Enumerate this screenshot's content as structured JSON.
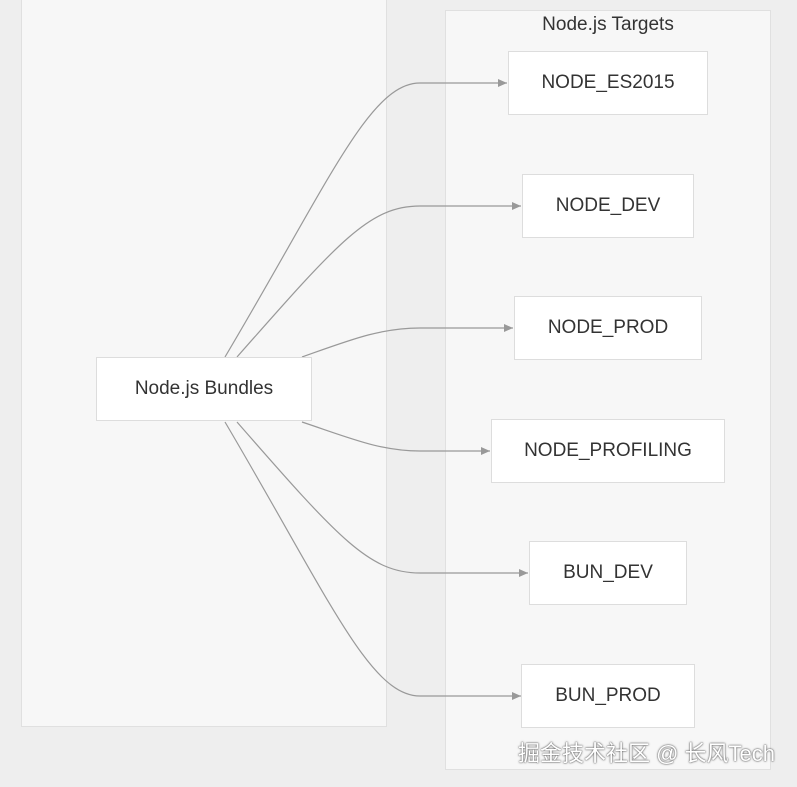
{
  "clusters": {
    "left": {
      "title": ""
    },
    "right": {
      "title": "Node.js Targets"
    }
  },
  "nodes": {
    "source": "Node.js Bundles",
    "targets": [
      "NODE_ES2015",
      "NODE_DEV",
      "NODE_PROD",
      "NODE_PROFILING",
      "BUN_DEV",
      "BUN_PROD"
    ]
  },
  "edges": [
    {
      "from": "Node.js Bundles",
      "to": "NODE_ES2015"
    },
    {
      "from": "Node.js Bundles",
      "to": "NODE_DEV"
    },
    {
      "from": "Node.js Bundles",
      "to": "NODE_PROD"
    },
    {
      "from": "Node.js Bundles",
      "to": "NODE_PROFILING"
    },
    {
      "from": "Node.js Bundles",
      "to": "BUN_DEV"
    },
    {
      "from": "Node.js Bundles",
      "to": "BUN_PROD"
    }
  ],
  "colors": {
    "background": "#eeeeee",
    "cluster_fill": "#f7f7f7",
    "node_fill": "#ffffff",
    "edge": "#999999",
    "text": "#333333"
  },
  "watermark": "掘金技术社区 @ 长风Tech"
}
